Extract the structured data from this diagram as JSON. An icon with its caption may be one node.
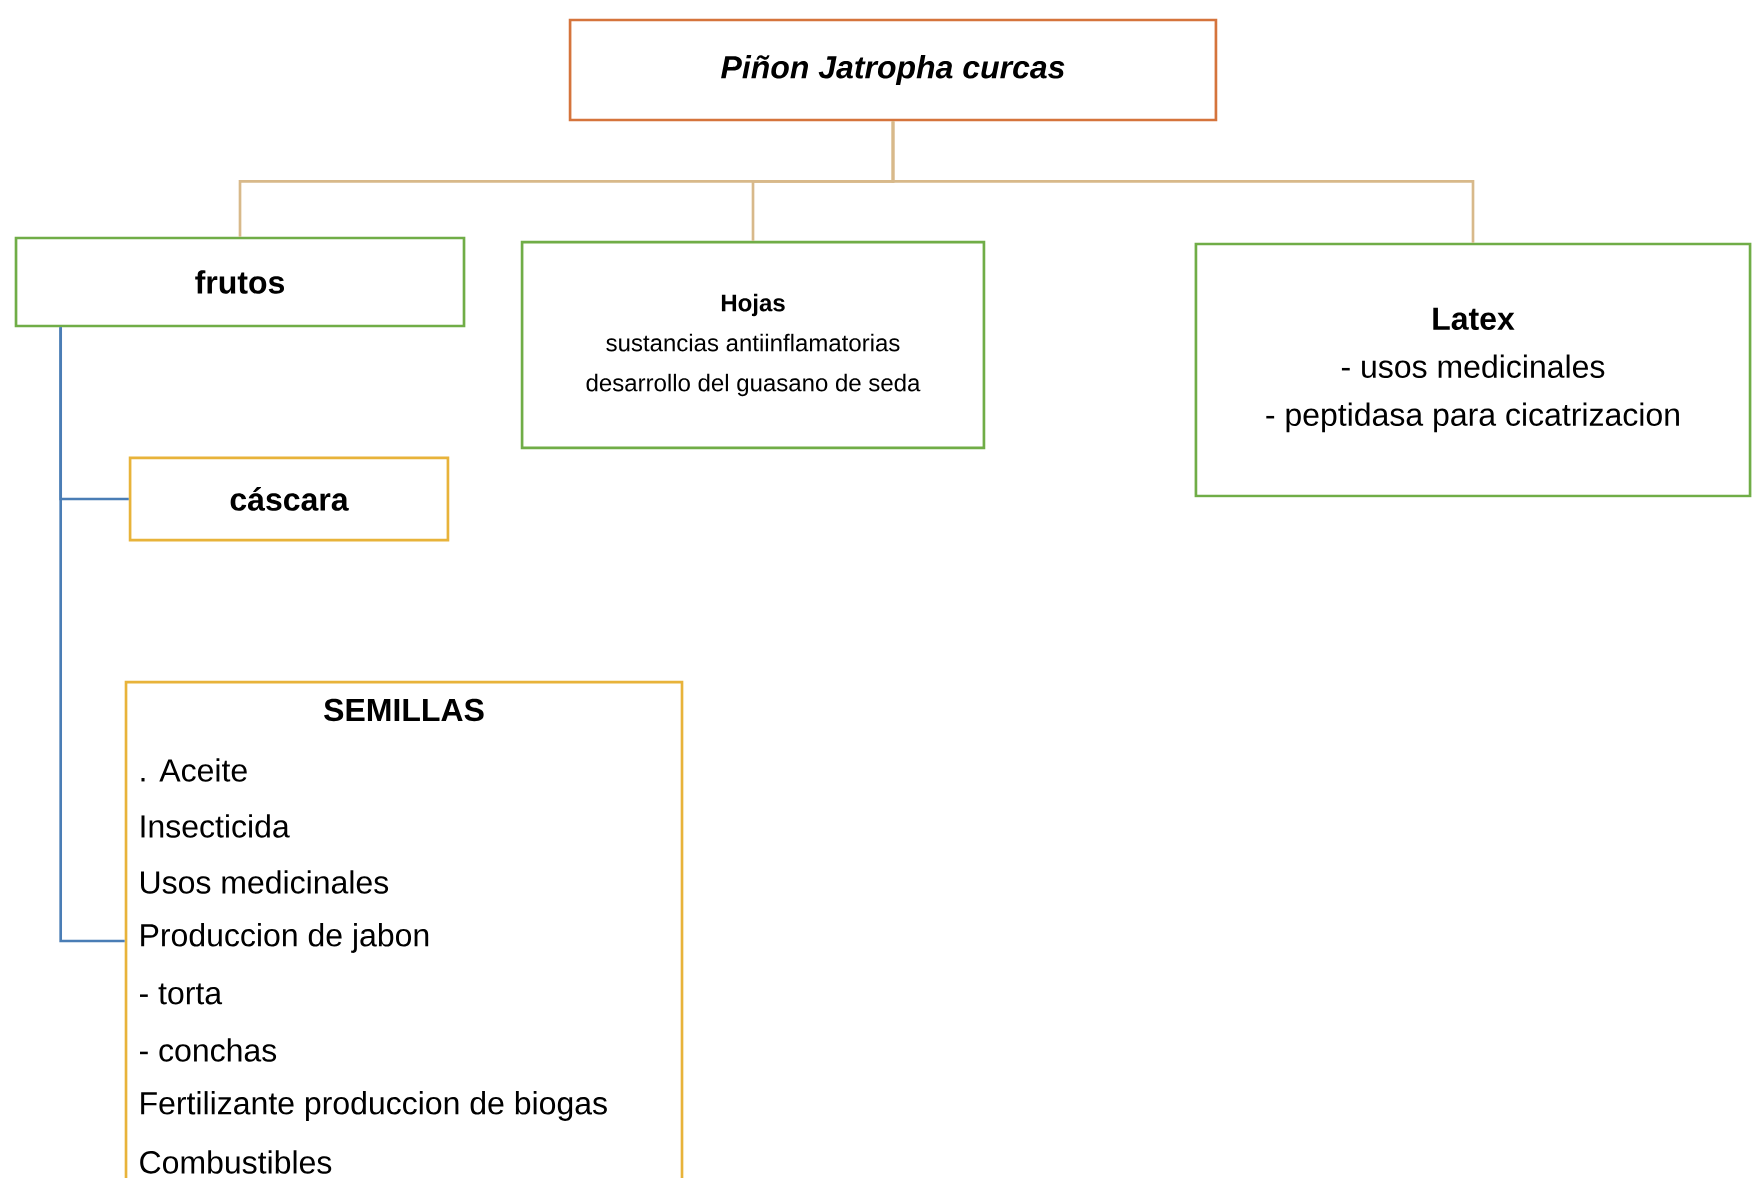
{
  "diagram": {
    "nodes": [
      {
        "text": [
          "*Piñon Jatropha curcas*"
        ]
      },
      {
        "text": [
          "frutos"
        ]
      },
      {
        "text": [
          "Hojas",
          "sustancias antiinflamatorias",
          "desarrollo del guasano de seda"
        ]
      },
      {
        "text": [
          "Latex",
          "- usos medicinales",
          "- peptidasa para cicatrizacion"
        ]
      },
      {
        "text": [
          "cáscara"
        ]
      },
      {
        "text": [
          "SEMILLAS",
          ". Aceite",
          "Insecticida",
          "Usos medicinales",
          "Produccion de jabon",
          "- torta",
          "- conchas",
          "Fertilizante produccion de biogas",
          "Combustibles"
        ]
      }
    ],
    "edges": [
      {
        "from": 0,
        "to": 1,
        "arrow": "none"
      },
      {
        "from": 0,
        "to": 2,
        "arrow": "none"
      },
      {
        "from": 0,
        "to": 3,
        "arrow": "none"
      },
      {
        "from": 1,
        "to": 4,
        "arrow": "none",
        "color": "#4a7db5"
      },
      {
        "from": 1,
        "to": 5,
        "arrow": "none",
        "color": "#4a7db5"
      }
    ]
  }
}
